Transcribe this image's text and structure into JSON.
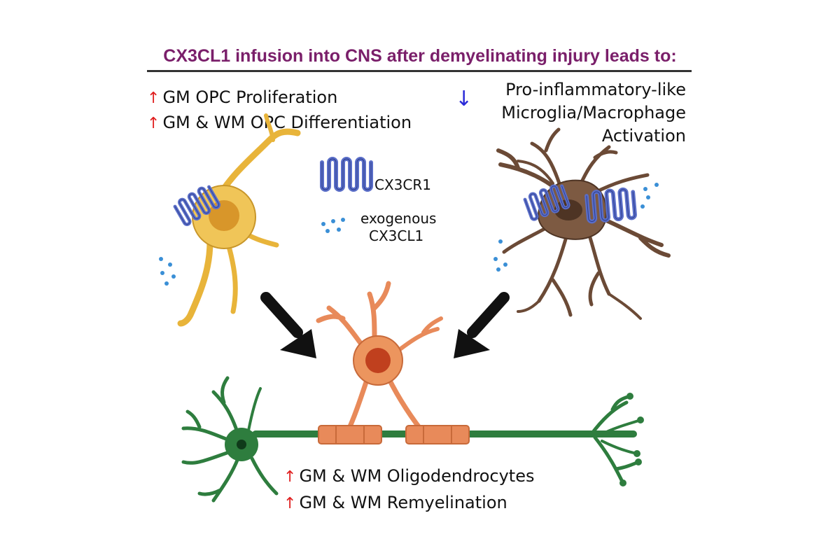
{
  "title": "CX3CL1 infusion into CNS after demyelinating injury leads to:",
  "colors": {
    "title": "#7a1f6a",
    "up_arrow": "#e02020",
    "down_arrow": "#2b2bd8",
    "opc_cell": "#e8b43a",
    "microglia_cell": "#6b4a36",
    "oligodendrocyte_cell": "#e88a5a",
    "neuron_cell": "#2e7d3e",
    "receptor": "#5a6ec8",
    "ligand_dots": "#3a8fd6"
  },
  "left_effects": [
    {
      "direction": "up",
      "text": "GM OPC Proliferation"
    },
    {
      "direction": "up",
      "text": "GM & WM OPC Differentiation"
    }
  ],
  "right_effect": {
    "direction": "down",
    "lines": [
      "Pro-inflammatory-like",
      "Microglia/Macrophage",
      "Activation"
    ]
  },
  "legend": {
    "receptor_label": "CX3CR1",
    "ligand_label_line1": "exogenous",
    "ligand_label_line2": "CX3CL1"
  },
  "bottom_effects": [
    {
      "direction": "up",
      "text": "GM & WM Oligodendrocytes"
    },
    {
      "direction": "up",
      "text": "GM & WM Remyelination"
    }
  ],
  "icons": {
    "up": "↑",
    "down": "↓"
  }
}
